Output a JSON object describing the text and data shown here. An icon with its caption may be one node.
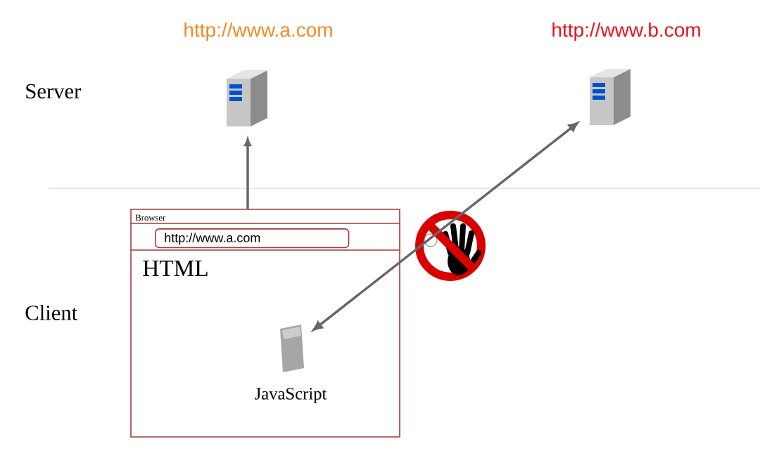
{
  "diagram": {
    "nodes": [
      {
        "text": [
          "http://www.a.com"
        ]
      },
      {
        "text": [
          "http://www.b.com"
        ]
      },
      {
        "text": [
          "Browser",
          "HTML"
        ]
      },
      {
        "text": [
          "http://www.a.com"
        ],
        "in": 2
      },
      {
        "text": [
          "JavaScript"
        ],
        "in": 2
      }
    ],
    "edges": [
      {
        "from": 2,
        "to": 0,
        "arrow": "to"
      },
      {
        "from": 4,
        "to": 1,
        "arrow": "both"
      }
    ],
    "labels": [
      "Server",
      "Client"
    ]
  }
}
